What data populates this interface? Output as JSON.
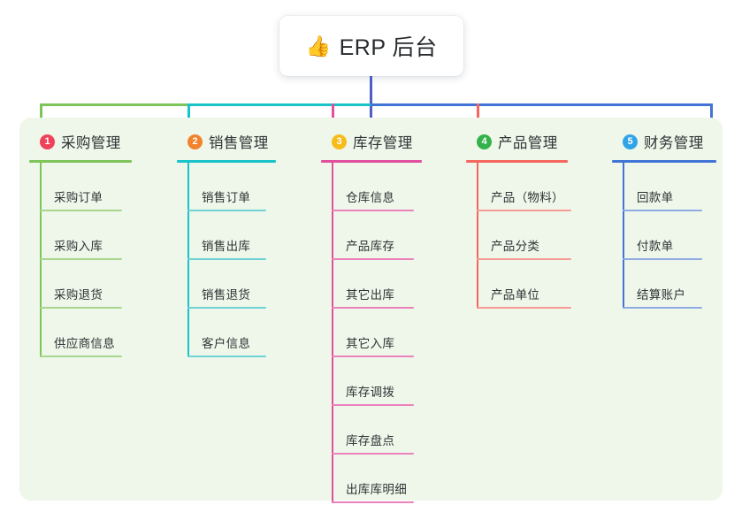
{
  "root": {
    "emoji": "👍",
    "icon_name": "thumbs-up-emoji",
    "label": "ERP 后台"
  },
  "colors": {
    "panel_background": "#eef7e9",
    "page_background": "#ffffff",
    "trunk": "#4b5fc4",
    "branch_1": "#7dc45a",
    "branch_2": "#19c3c9",
    "branch_3": "#e24f9e",
    "branch_4": "#f4675e",
    "branch_5": "#4274d6",
    "badge_1": "#f0415b",
    "badge_2": "#f3822c",
    "badge_3": "#f6bc1c",
    "badge_4": "#33b24b",
    "badge_5": "#31a4e8",
    "leaf_rule_1": "#a9d68f",
    "leaf_rule_2": "#6fd3d6",
    "leaf_rule_3": "#ec82bc",
    "leaf_rule_4": "#f79b95",
    "leaf_rule_5": "#8fabe3"
  },
  "branches": [
    {
      "number": "1",
      "title": "采购管理",
      "items": [
        "采购订单",
        "采购入库",
        "采购退货",
        "供应商信息"
      ]
    },
    {
      "number": "2",
      "title": "销售管理",
      "items": [
        "销售订单",
        "销售出库",
        "销售退货",
        "客户信息"
      ]
    },
    {
      "number": "3",
      "title": "库存管理",
      "items": [
        "仓库信息",
        "产品库存",
        "其它出库",
        "其它入库",
        "库存调拨",
        "库存盘点",
        "出库库明细"
      ]
    },
    {
      "number": "4",
      "title": "产品管理",
      "items": [
        "产品（物料）",
        "产品分类",
        "产品单位"
      ]
    },
    {
      "number": "5",
      "title": "财务管理",
      "items": [
        "回款单",
        "付款单",
        "结算账户"
      ]
    }
  ]
}
